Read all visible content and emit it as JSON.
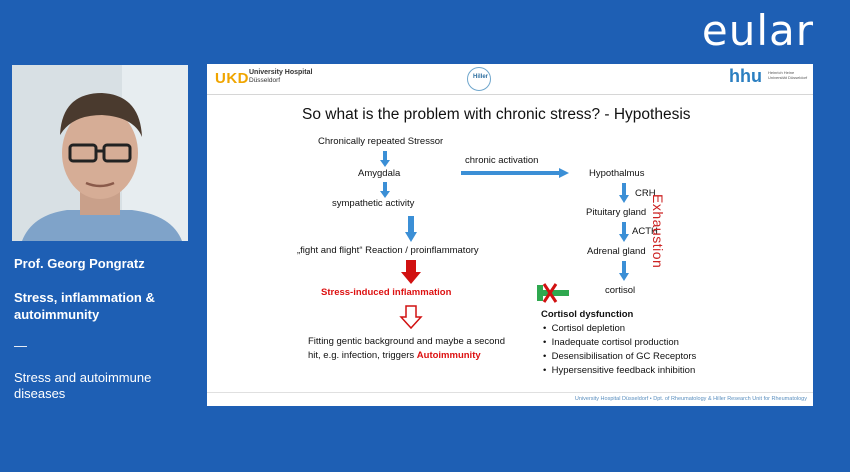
{
  "brand": "eular",
  "speaker": {
    "name": "Prof. Georg Pongratz",
    "talk_title": "Stress, inflammation & autoimmunity",
    "separator": "—",
    "session": "Stress and autoimmune diseases"
  },
  "slide": {
    "header": {
      "ukd_logo": "UKD",
      "ukd_line1": "University Hospital",
      "ukd_line2": "Düsseldorf",
      "hiller_logo": "Hiller",
      "hhu_logo": "hhu",
      "hhu_sub": "Heinrich Heine Universität Düsseldorf"
    },
    "title": "So what is the problem with chronic stress? - Hypothesis",
    "left": {
      "stressor": "Chronically repeated Stressor",
      "amygdala": "Amygdala",
      "sympathetic": "sympathetic activity",
      "fight": "„fight and flight“ Reaction / proinflammatory",
      "inflammation": "Stress-induced inflammation",
      "fitting_line1": "Fitting gentic background and maybe a second",
      "fitting_line2": "hit, e.g. infection, triggers",
      "autoimmunity": "Autoimmunity"
    },
    "middle": {
      "chronic": "chronic activation"
    },
    "right": {
      "hypothalmus": "Hypothalmus",
      "crh": "CRH",
      "pituitary": "Pituitary gland",
      "acth": "ACTH",
      "adrenal": "Adrenal gland",
      "cortisol": "cortisol",
      "exhaustion": "Exhaustion",
      "dysfunction_title": "Cortisol dysfunction",
      "bullets": [
        "Cortisol depletion",
        "Inadequate cortisol production",
        "Desensibilisation of GC Receptors",
        "Hypersensitive feedback inhibition"
      ],
      "bullet_char": "•"
    },
    "footer": {
      "right": "University Hospital Düsseldorf • Dpt. of Rheumatology & Hiller Research Unit for Rheumatology"
    }
  },
  "colors": {
    "background": "#1e5fb4",
    "arrow_blue": "#3b8fd6",
    "red": "#d11111",
    "exhaustion": "#cc2222",
    "green": "#2fa84f"
  }
}
